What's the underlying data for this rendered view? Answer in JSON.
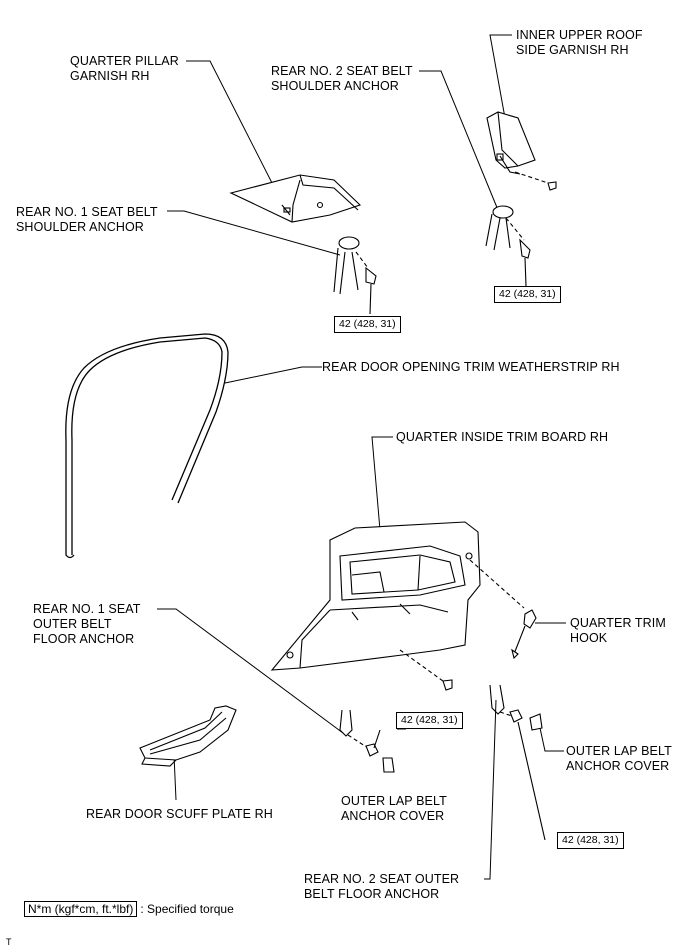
{
  "labels": {
    "quarter_pillar_garnish": [
      "QUARTER PILLAR",
      "GARNISH RH"
    ],
    "rear_no2_shoulder_anchor": [
      "REAR NO. 2 SEAT BELT",
      "SHOULDER ANCHOR"
    ],
    "inner_upper_roof_garnish": [
      "INNER UPPER ROOF",
      "SIDE GARNISH RH"
    ],
    "rear_no1_shoulder_anchor": [
      "REAR NO. 1 SEAT BELT",
      "SHOULDER ANCHOR"
    ],
    "door_opening_weatherstrip": [
      "REAR DOOR OPENING TRIM WEATHERSTRIP RH"
    ],
    "quarter_inside_trim_board": [
      "QUARTER INSIDE TRIM BOARD RH"
    ],
    "rear_no1_outer_floor_anchor": [
      "REAR NO. 1 SEAT",
      "OUTER BELT",
      "FLOOR ANCHOR"
    ],
    "quarter_trim_hook": [
      "QUARTER TRIM",
      "HOOK"
    ],
    "outer_lap_cover_right": [
      "OUTER LAP BELT",
      "ANCHOR COVER"
    ],
    "rear_door_scuff_plate": [
      "REAR DOOR SCUFF PLATE RH"
    ],
    "outer_lap_cover_center": [
      "OUTER LAP BELT",
      "ANCHOR COVER"
    ],
    "rear_no2_outer_floor_anchor": [
      "REAR NO. 2 SEAT OUTER",
      "BELT FLOOR ANCHOR"
    ]
  },
  "torques": {
    "t1": "42 (428, 31)",
    "t2": "42 (428, 31)",
    "t3": "42 (428, 31)",
    "t4": "42 (428, 31)"
  },
  "legend": {
    "unit": "N*m (kgf*cm, ft.*lbf)",
    "text": ": Specified torque"
  },
  "code": "T"
}
